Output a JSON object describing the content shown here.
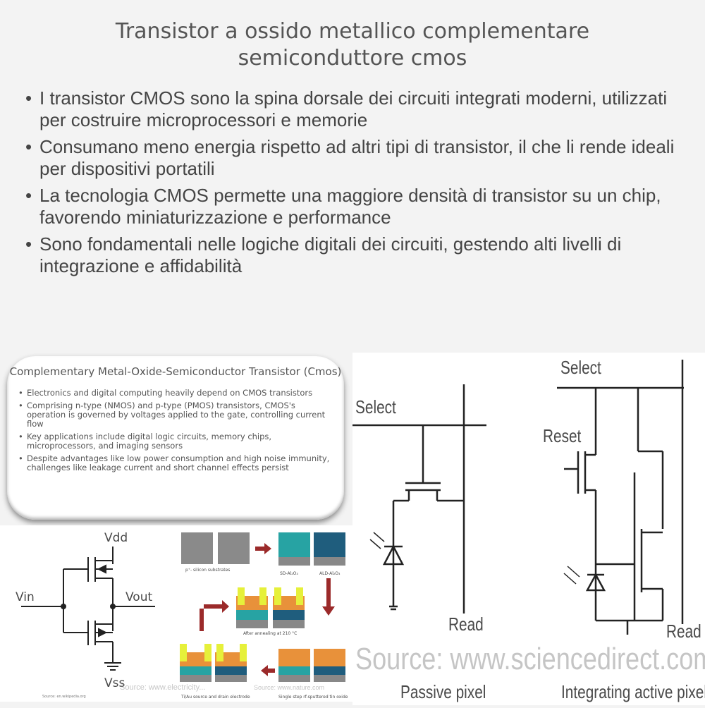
{
  "title": "Transistor a ossido metallico complementare semiconduttore cmos",
  "bullets": [
    "I transistor CMOS sono la spina dorsale dei circuiti integrati moderni, utilizzati per costruire microprocessori e memorie",
    "Consumano meno energia rispetto ad altri tipi di transistor, il che li rende ideali per dispositivi portatili",
    "La tecnologia CMOS permette una maggiore densità di transistor su un chip, favorendo miniaturizzazione e performance",
    "Sono fondamentali nelle logiche digitali dei circuiti, gestendo alti livelli di integrazione e affidabilità"
  ],
  "card": {
    "title": "Complementary Metal-Oxide-Semiconductor Transistor (Cmos)",
    "bullets": [
      "Electronics and digital computing heavily depend on CMOS transistors",
      "Comprising n-type (NMOS) and p-type (PMOS) transistors, CMOS's operation is governed by voltages applied to the gate, controlling current flow",
      "Key applications include digital logic circuits, memory chips, microprocessors, and imaging sensors",
      "Despite advantages like low power consumption and high noise immunity, challenges like leakage current and short channel effects persist"
    ]
  },
  "inverter": {
    "vdd": "Vdd",
    "vin": "Vin",
    "vout": "Vout",
    "vss": "Vss",
    "source": "Source: en.wikipedia.org"
  },
  "fabrication": {
    "labels": [
      "p⁺- silicon substrates",
      "SD-Al₂O₃",
      "ALD-Al₂O₃",
      "After annealing at 210 °C",
      "Ti/Au source and drain electrode",
      "Single step rf-sputtered tin oxide"
    ],
    "source_electricity": "Source: www.electricity...",
    "source_nature": "Source: www.nature.com"
  },
  "pixels": {
    "select": "Select",
    "reset": "Reset",
    "read": "Read",
    "passive": "Passive pixel",
    "active": "Integrating active pixel",
    "source": "Source: www.sciencedirect.com"
  }
}
